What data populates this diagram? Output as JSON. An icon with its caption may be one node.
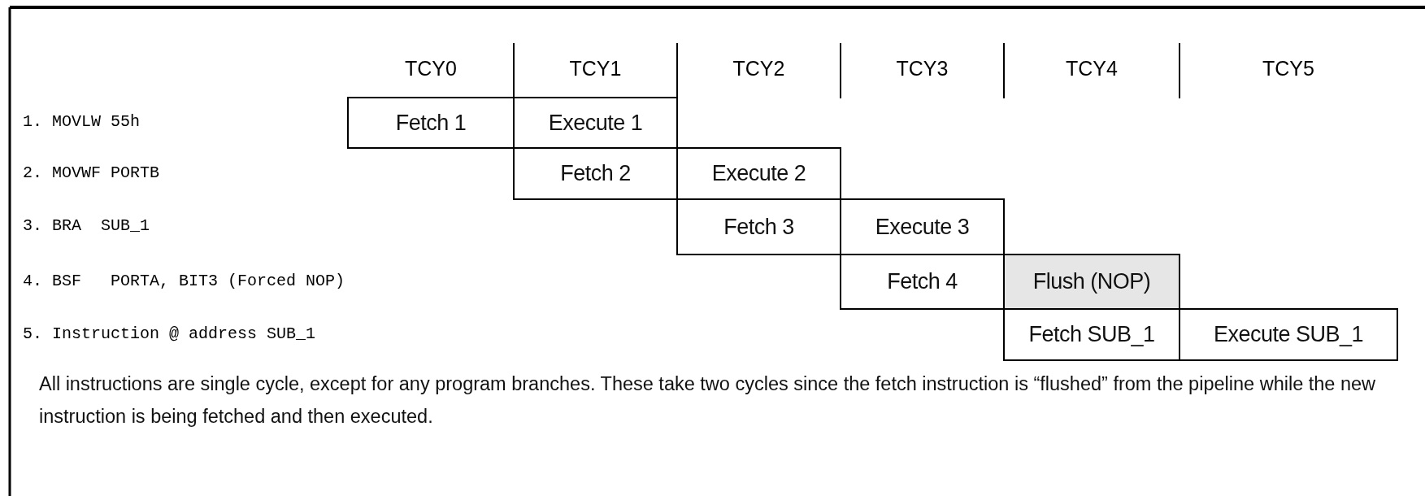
{
  "diagram": {
    "caption": "All instructions are single cycle, except for any program branches. These take two cycles since the fetch instruction is “flushed” from the pipeline while the new instruction is being fetched and then executed.",
    "nodes": [
      {
        "text": [
          "Fetch 1"
        ]
      },
      {
        "text": [
          "Execute 1"
        ]
      },
      {
        "text": [
          "Fetch 2"
        ]
      },
      {
        "text": [
          "Execute 2"
        ]
      },
      {
        "text": [
          "Fetch 3"
        ]
      },
      {
        "text": [
          "Execute 3"
        ]
      },
      {
        "text": [
          "Fetch 4"
        ]
      },
      {
        "text": [
          "Flush (NOP)"
        ]
      },
      {
        "text": [
          "Fetch SUB_1"
        ]
      },
      {
        "text": [
          "Execute SUB_1"
        ]
      }
    ],
    "labels": [
      "TCY0",
      "TCY1",
      "TCY2",
      "TCY3",
      "TCY4",
      "TCY5",
      "1. MOVLW 55h",
      "2. MOVWF PORTB",
      "3. BRA  SUB_1",
      "4. BSF   PORTA, BIT3 (Forced NOP)",
      "5. Instruction @ address SUB_1"
    ]
  }
}
